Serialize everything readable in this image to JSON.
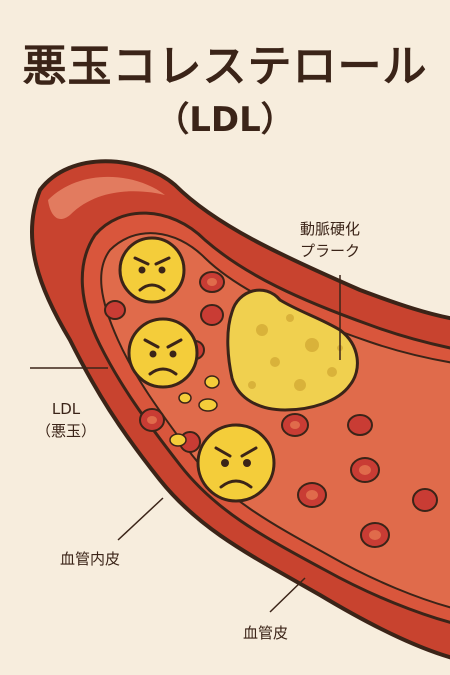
{
  "title": "悪玉コレステロール",
  "subtitle": "（LDL）",
  "labels": {
    "plaque_line1": "動脈硬化",
    "plaque_line2": "プラーク",
    "ldl_line1": "LDL",
    "ldl_line2": "（悪玉）",
    "intima": "血管内皮",
    "vessel_wall": "血管皮"
  },
  "colors": {
    "background": "#f7eddd",
    "vessel_outer": "#c8432f",
    "vessel_inner": "#d9563c",
    "lumen": "#e06b4b",
    "plaque": "#f0d04f",
    "ldl_face": "#f4cd3a",
    "red_cell": "#c93c34",
    "outline": "#3b2418"
  }
}
